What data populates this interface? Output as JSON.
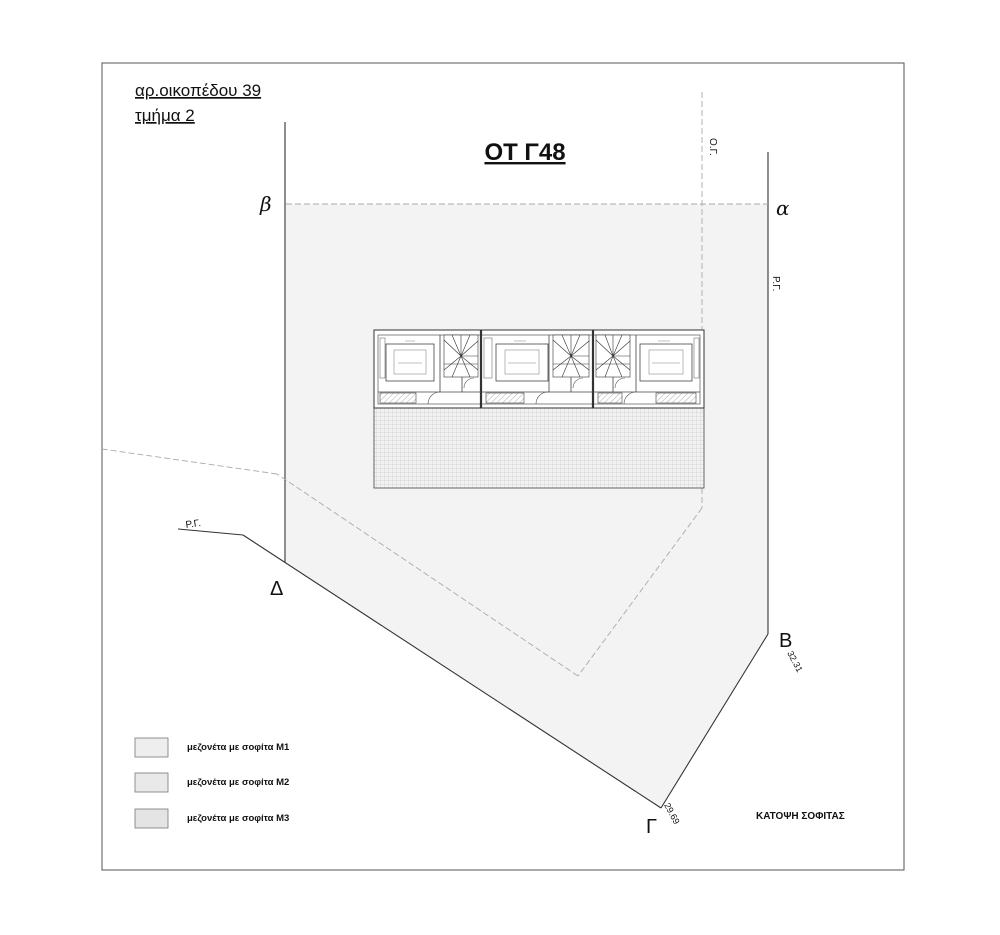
{
  "header": {
    "plot_number": "αρ.οικοπέδου 39",
    "section": "τμήμα 2",
    "block_title": "ΟΤ Γ48"
  },
  "annotations": {
    "og_label": "Ο.Γ.",
    "rg_label_right": "Ρ.Γ.",
    "rg_label_left": "Ρ.Γ."
  },
  "vertices": {
    "alpha": "α",
    "beta": "β",
    "gamma": "Γ",
    "delta": "Δ",
    "B": "Β"
  },
  "elevations": {
    "B": "32.31",
    "gamma": "29.69"
  },
  "legend": [
    {
      "label": "μεζονέτα με σοφίτα Μ1",
      "color": "#eeeeee"
    },
    {
      "label": "μεζονέτα με σοφίτα Μ2",
      "color": "#e9e9e9"
    },
    {
      "label": "μεζονέτα με σοφίτα Μ3",
      "color": "#e4e4e4"
    }
  ],
  "plan_title": "ΚΑΤΟΨΗ ΣΟΦΙΤΑΣ",
  "colors": {
    "plot_fill": "#f3f3f3",
    "line": "#333333",
    "hatch": "#9a9a9a"
  }
}
